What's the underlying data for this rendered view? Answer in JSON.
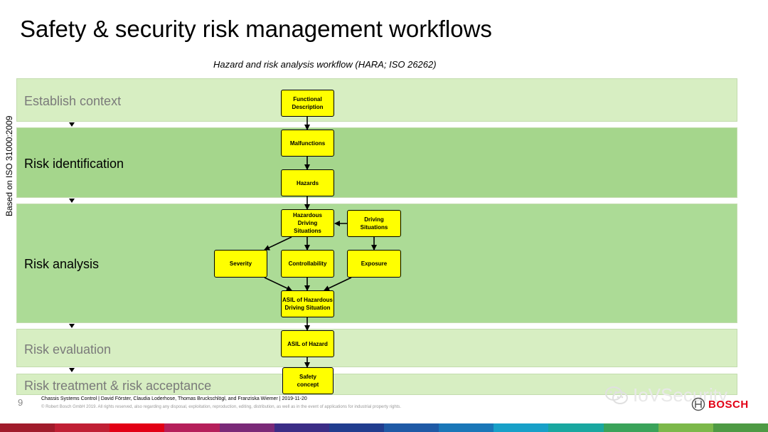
{
  "title": "Safety & security risk management workflows",
  "subtitle": "Hazard and risk analysis workflow (HARA; ISO 26262)",
  "side_label": "Based on ISO 31000:2009",
  "bands": [
    {
      "label": "Establish context",
      "color": "#d7eec2",
      "text_color": "#7a7a7a"
    },
    {
      "label": "Risk identification",
      "color": "#a5d68c",
      "text_color": "#000000"
    },
    {
      "label": "Risk analysis",
      "color": "#acdb96",
      "text_color": "#000000"
    },
    {
      "label": "Risk evaluation",
      "color": "#d7eec2",
      "text_color": "#7a7a7a"
    },
    {
      "label": "Risk treatment & risk acceptance",
      "color": "#d7eec2",
      "text_color": "#7a7a7a"
    }
  ],
  "nodes": {
    "functional_description": "Functional\nDescription",
    "malfunctions": "Malfunctions",
    "hazards": "Hazards",
    "hazardous_driving_situations": "Hazardous\nDriving\nSituations",
    "driving_situations": "Driving\nSituations",
    "severity": "Severity",
    "controllability": "Controllability",
    "exposure": "Exposure",
    "asil_hazardous": "ASIL of Hazardous\nDriving Situation",
    "asil_hazard": "ASIL of Hazard",
    "safety_concept": "Safety\nconcept"
  },
  "footer": {
    "page_number": "9",
    "authors": "Chassis Systems Control | David Förster, Claudia Loderhose, Thomas Bruckschlögl, and Franziska Wiemer | 2019-11-20",
    "copyright": "© Robert Bosch GmbH 2019. All rights reserved, also regarding any disposal, exploitation, reproduction, editing, distribution, as well as in the event of applications for industrial property rights."
  },
  "watermark": {
    "text": "IoVSecurity",
    "icon": "wechat-icon"
  },
  "brand": {
    "text": "BOSCH",
    "icon": "bosch-logo-icon",
    "color": "#e20015"
  },
  "colors": {
    "node_fill": "#ffff00",
    "arrow": "#000000"
  },
  "stripe_colors": [
    "#a01b2b",
    "#c01f34",
    "#e20015",
    "#b51f5a",
    "#7a2a78",
    "#3b2d86",
    "#213d8f",
    "#1f5aa6",
    "#1a77b8",
    "#18a0c8",
    "#19a7a0",
    "#3aa35a",
    "#7cb84a",
    "#4e9a44"
  ]
}
